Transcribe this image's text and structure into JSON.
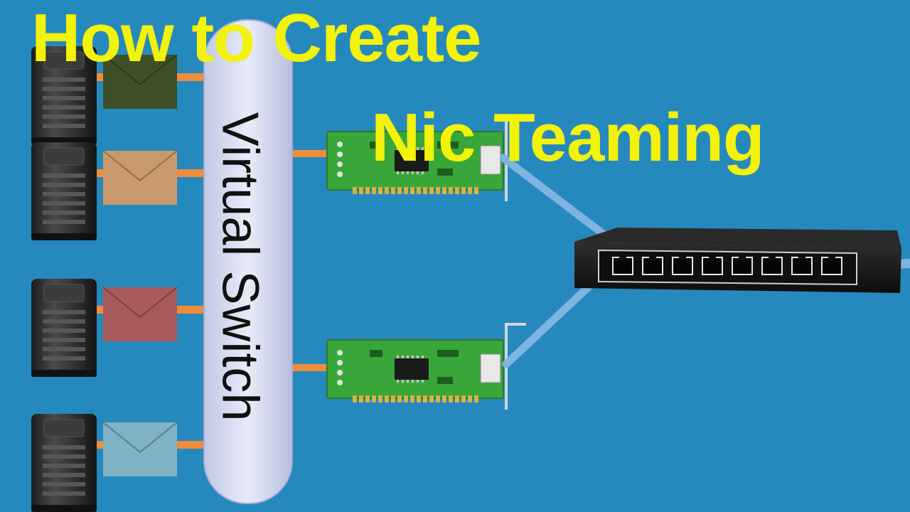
{
  "title": {
    "line1": "How to Create",
    "line2": "Nic Teaming"
  },
  "virtual_switch": {
    "label": "Virtual Switch"
  },
  "servers": [
    {
      "name": "server-1",
      "envelope_color": "#3e5028"
    },
    {
      "name": "server-2",
      "envelope_color": "#c89a6c"
    },
    {
      "name": "server-3",
      "envelope_color": "#a85a5c"
    },
    {
      "name": "server-4",
      "envelope_color": "#7fb2c4"
    }
  ],
  "nics": [
    {
      "name": "nic-1"
    },
    {
      "name": "nic-2"
    }
  ],
  "switch": {
    "port_count": 8
  },
  "colors": {
    "background": "#2689bd",
    "title": "#f2f20a",
    "orange_link": "#f08c3c",
    "cable": "#7fb3e0",
    "pcb": "#3aa63a",
    "switch_body": "#1a1a1a"
  }
}
